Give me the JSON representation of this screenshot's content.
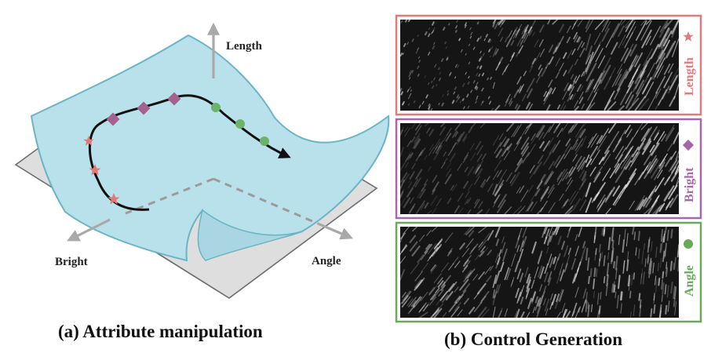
{
  "panel_a": {
    "caption": "(a) Attribute manipulation",
    "axes": {
      "length": "Length",
      "bright": "Bright",
      "angle": "Angle"
    }
  },
  "panel_b": {
    "caption": "(b) Control Generation",
    "rows": [
      {
        "label": "Length",
        "marker": "star-icon",
        "color": "#df7b7b",
        "seed": 11,
        "angle": 62,
        "lens": [
          3,
          9,
          20
        ]
      },
      {
        "label": "Bright",
        "marker": "diamond-icon",
        "color": "#a667a8",
        "seed": 23,
        "angle": 58,
        "lens": [
          10,
          14,
          16
        ],
        "bright": [
          0.35,
          0.6,
          0.95
        ]
      },
      {
        "label": "Angle",
        "marker": "circle-icon",
        "color": "#6aa85c",
        "seed": 37,
        "angles": [
          52,
          72,
          84
        ]
      }
    ]
  },
  "colors": {
    "surface": "#b7e0ea",
    "surface_edge": "#6fb7c6",
    "plane": "#dcdcdc",
    "star": "#e07a78",
    "diamond": "#a3628f",
    "circle": "#6bb26a",
    "axis": "#a9a9a9"
  }
}
